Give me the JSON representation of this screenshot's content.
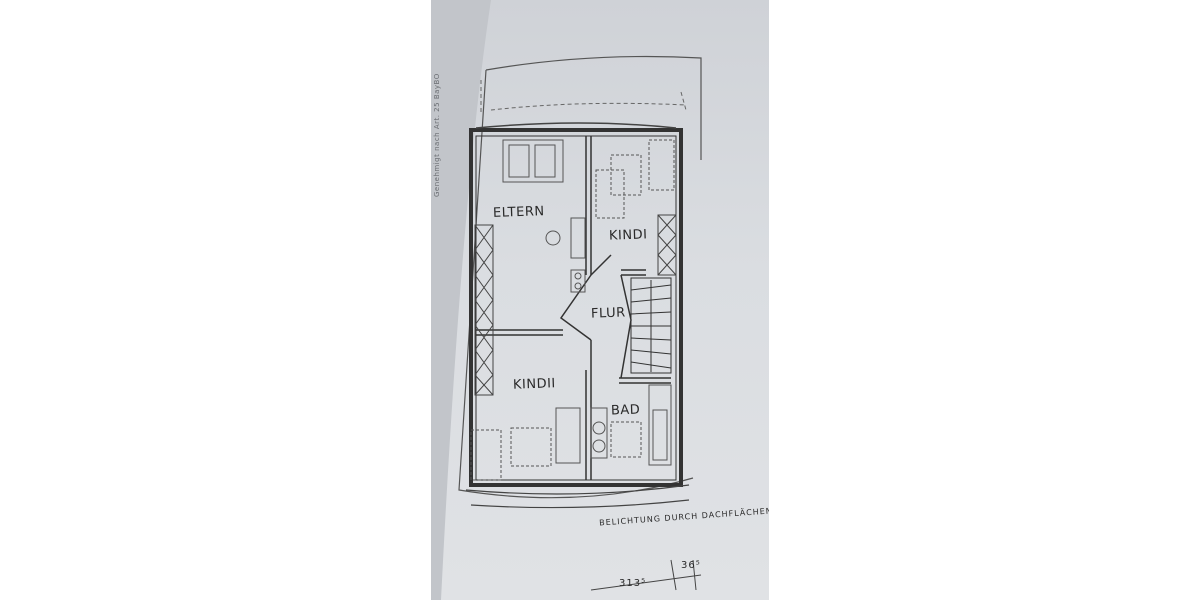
{
  "rooms": {
    "eltern": "ELTERN",
    "kind1": "KINDI",
    "flur": "FLUR",
    "kind2": "KINDII",
    "bad": "BAD"
  },
  "notes": {
    "lighting": "BELICHTUNG DURCH DACHFLÄCHENFE",
    "dim1": "313⁵",
    "dim2": "36⁵"
  },
  "colors": {
    "paper": "#dadde1",
    "ink": "#3a3a3a"
  }
}
